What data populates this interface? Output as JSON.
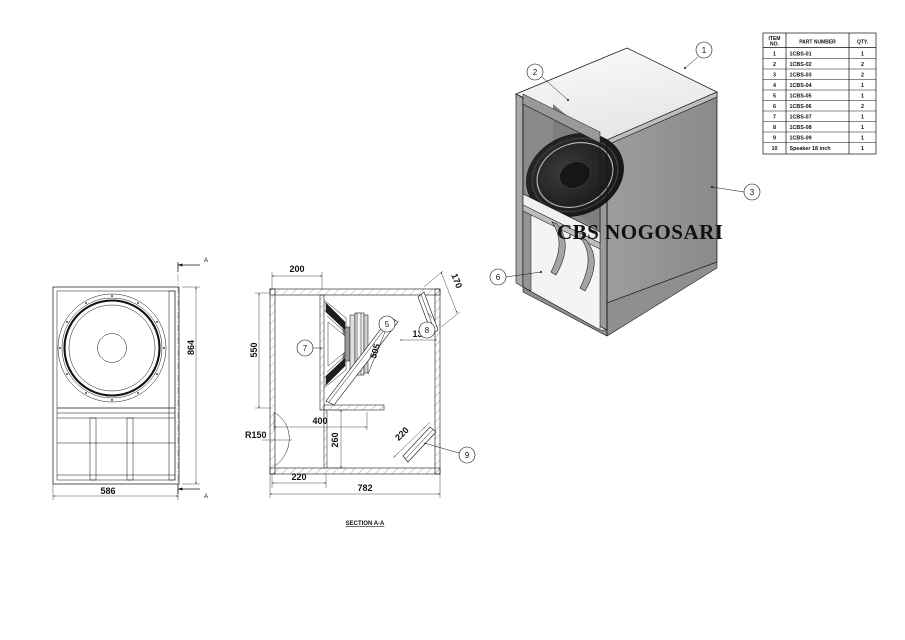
{
  "drawing": {
    "title": "CBS NOGOSARI",
    "section_label": "SECTION A-A",
    "section_mark": "A"
  },
  "bom": {
    "headers": [
      "ITEM NO.",
      "PART NUMBER",
      "QTY."
    ],
    "header_item_line1": "ITEM",
    "header_item_line2": "NO.",
    "header_part": "PART NUMBER",
    "header_qty": "QTY.",
    "rows": [
      {
        "item": "1",
        "part": "1CBS-01",
        "qty": "1"
      },
      {
        "item": "2",
        "part": "1CBS-02",
        "qty": "2"
      },
      {
        "item": "3",
        "part": "1CBS-03",
        "qty": "2"
      },
      {
        "item": "4",
        "part": "1CBS-04",
        "qty": "1"
      },
      {
        "item": "5",
        "part": "1CBS-05",
        "qty": "1"
      },
      {
        "item": "6",
        "part": "1CBS-06",
        "qty": "2"
      },
      {
        "item": "7",
        "part": "1CBS-07",
        "qty": "1"
      },
      {
        "item": "8",
        "part": "1CBS-08",
        "qty": "1"
      },
      {
        "item": "9",
        "part": "1CBS-09",
        "qty": "1"
      },
      {
        "item": "10",
        "part": "Speaker 18 inch",
        "qty": "1"
      }
    ]
  },
  "iso_view": {
    "balloons": [
      "1",
      "2",
      "3",
      "6"
    ],
    "b1": "1",
    "b2": "2",
    "b3": "3",
    "b6": "6"
  },
  "front_view": {
    "width_dim": "586",
    "height_dim": "864",
    "mark_top": "A",
    "mark_bottom": "A"
  },
  "section_view": {
    "dim_200": "200",
    "dim_550": "550",
    "dim_170": "170",
    "dim_136": "136",
    "dim_505": "505",
    "dim_400": "400",
    "dim_260": "260",
    "dim_220_bottom": "220",
    "dim_220_port": "220",
    "dim_782": "782",
    "radius_r150": "R150",
    "balloons": [
      "5",
      "7",
      "8",
      "9"
    ],
    "b5": "5",
    "b7": "7",
    "b8": "8",
    "b9": "9"
  },
  "colors": {
    "line": "#111111",
    "cabinet_side": "#8e8e8e",
    "cabinet_top": "#f2f2f2",
    "cabinet_front": "#9a9a9a",
    "driver_dark": "#1c1c1c",
    "background": "#ffffff"
  }
}
